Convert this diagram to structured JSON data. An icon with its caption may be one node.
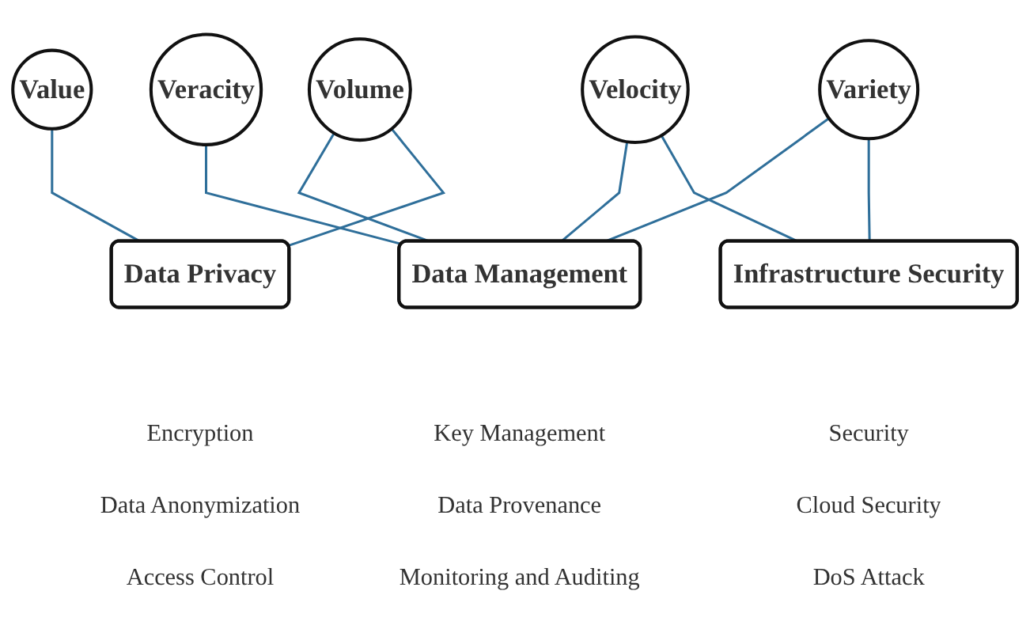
{
  "diagram": {
    "nodes": [
      {
        "text": [
          "Volume"
        ]
      },
      {
        "text": [
          "Variety"
        ]
      },
      {
        "text": [
          "Velocity"
        ]
      },
      {
        "text": [
          "Value"
        ]
      },
      {
        "text": [
          "Veracity"
        ]
      },
      {
        "text": [
          "Infrastructure Security"
        ],
        "beside": [
          "Security",
          "Cloud Security",
          "DoS Attack"
        ]
      },
      {
        "text": [
          "Data Privacy"
        ],
        "beside": [
          "Encryption",
          "Data Anonymization",
          "Access Control"
        ]
      },
      {
        "text": [
          "Data Management"
        ],
        "beside": [
          "Key Management",
          "Data Provenance",
          "Monitoring and Auditing"
        ]
      }
    ],
    "edges": [
      {
        "from": 0,
        "to": 6,
        "arrow": "none"
      },
      {
        "from": 0,
        "to": 7,
        "arrow": "none"
      },
      {
        "from": 1,
        "to": 5,
        "arrow": "none"
      },
      {
        "from": 1,
        "to": 7,
        "arrow": "none"
      },
      {
        "from": 2,
        "to": 5,
        "arrow": "none"
      },
      {
        "from": 2,
        "to": 7,
        "arrow": "none"
      },
      {
        "from": 3,
        "to": 6,
        "arrow": "none"
      },
      {
        "from": 4,
        "to": 7,
        "arrow": "none"
      }
    ]
  }
}
